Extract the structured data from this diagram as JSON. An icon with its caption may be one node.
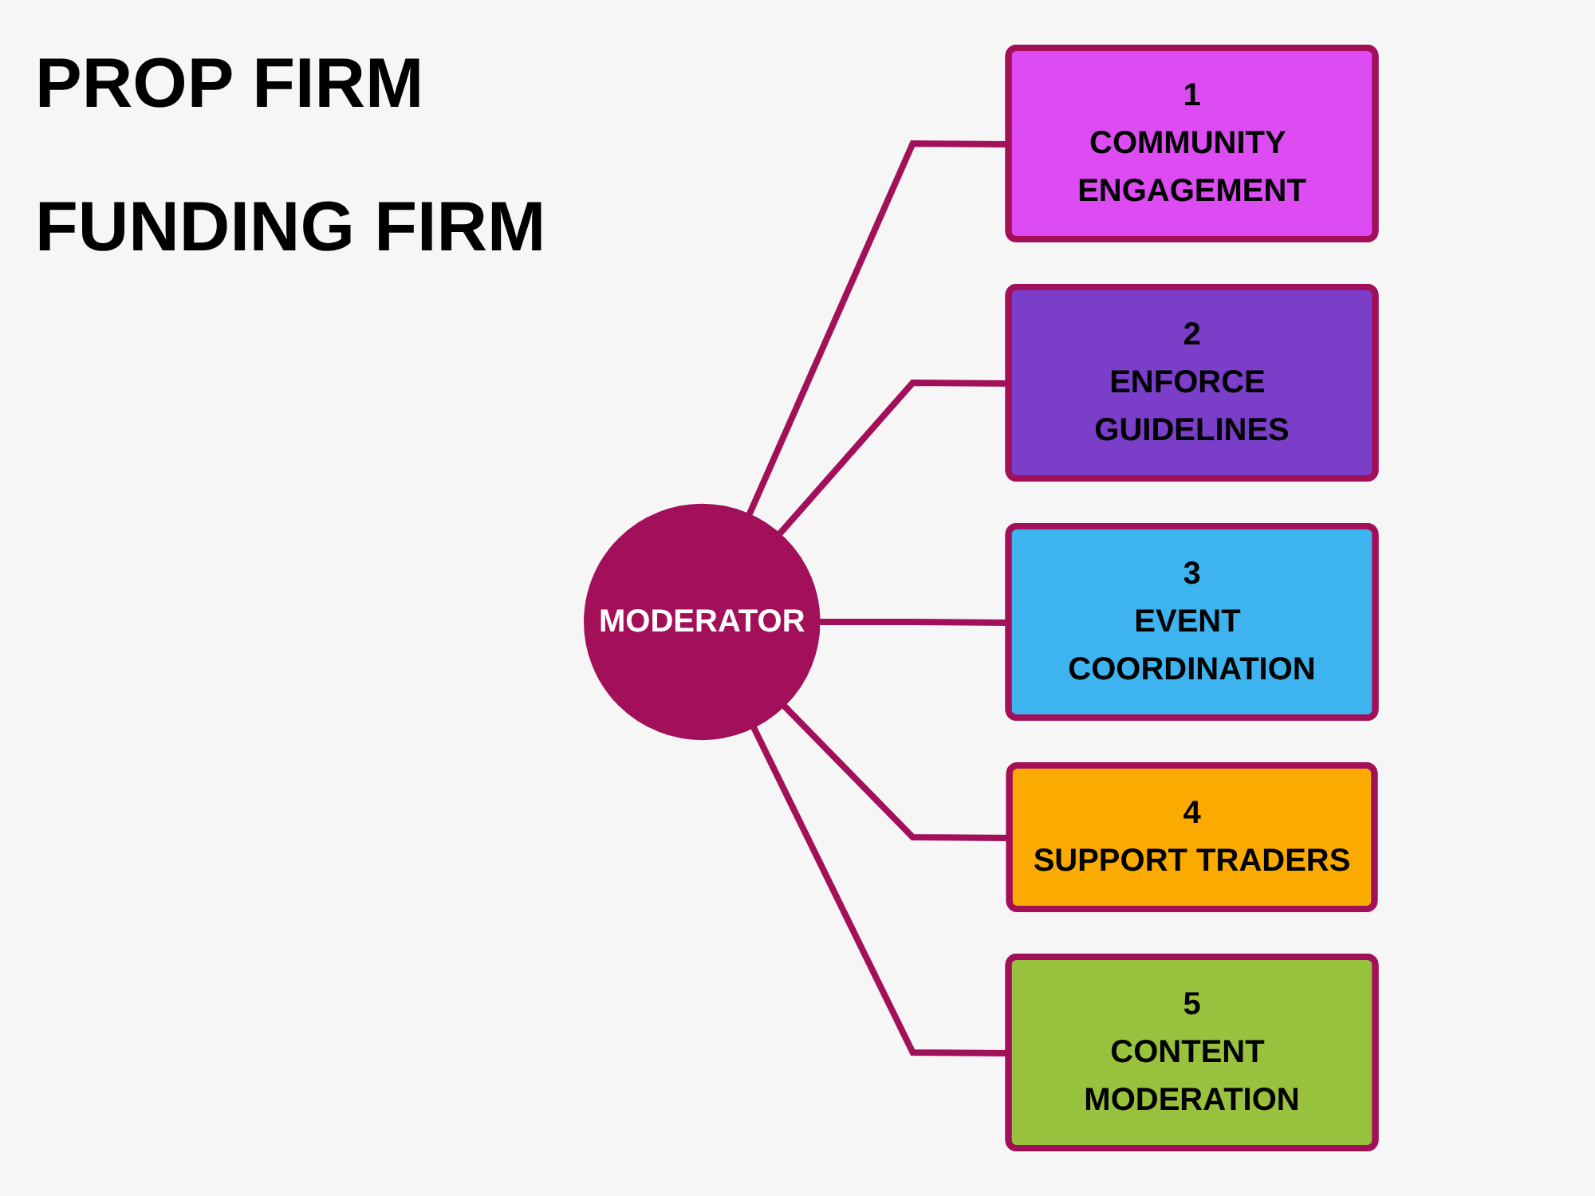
{
  "diagram": {
    "nodes": [
      {
        "text": [
          "MODERATOR"
        ]
      },
      {
        "text": [
          "1",
          "COMMUNITY ENGAGEMENT"
        ]
      },
      {
        "text": [
          "2",
          "ENFORCE GUIDELINES"
        ]
      },
      {
        "text": [
          "3",
          "EVENT COORDINATION"
        ]
      },
      {
        "text": [
          "4",
          "SUPPORT TRADERS"
        ]
      },
      {
        "text": [
          "5",
          "CONTENT MODERATION"
        ]
      }
    ],
    "edges": [
      {
        "from": 0,
        "to": 1,
        "arrow": "none"
      },
      {
        "from": 0,
        "to": 2,
        "arrow": "none"
      },
      {
        "from": 0,
        "to": 3,
        "arrow": "none"
      },
      {
        "from": 0,
        "to": 4,
        "arrow": "none"
      },
      {
        "from": 0,
        "to": 5,
        "arrow": "none"
      }
    ],
    "labels": [
      "PROP FIRM",
      "FUNDING FIRM"
    ]
  }
}
